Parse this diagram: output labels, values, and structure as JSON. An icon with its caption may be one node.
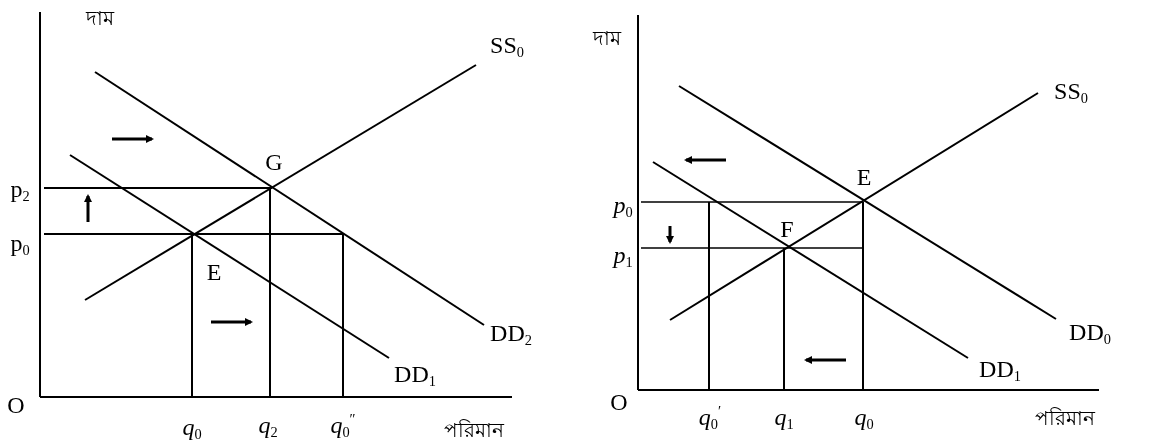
{
  "diagram": {
    "labels": [
      "দাম",
      "SS$_{0}$",
      "G",
      "p$_{2}$",
      "p$_{0}$",
      "E",
      "DD$_{2}$",
      "DD$_{1}$",
      "O",
      "*q*$_{0}$",
      "*q*$_{2}$",
      "*q*$_{0}$$^{″}$",
      "পরিমান",
      "দাম",
      "SS$_{0}$",
      "E",
      "*p*$_{0}$",
      "F",
      "*p*$_{1}$",
      "DD$_{0}$",
      "DD$_{1}$",
      "O",
      "*q*$_{0}$$^{′}$",
      "*q*$_{1}$",
      "*q*$_{0}$",
      "পরিমান"
    ]
  }
}
